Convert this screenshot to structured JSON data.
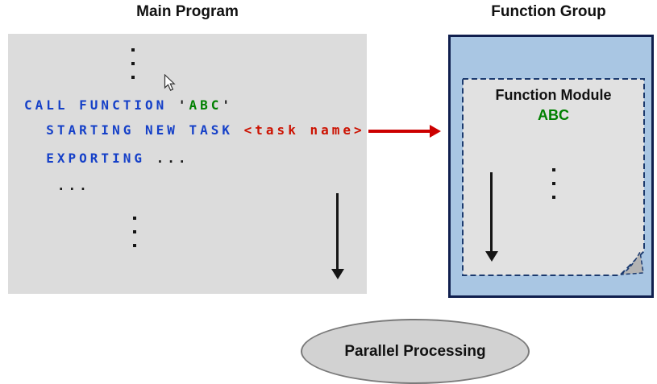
{
  "colors": {
    "canvas-bg": "#ffffff",
    "box-gray": "#dcdcdc",
    "page-gray": "#e1e1e1",
    "panel-blue": "#a9c6e3",
    "panel-border": "#101f4e",
    "dashed-border": "#1c3a6e",
    "code-blue": "#1540c8",
    "code-green": "#008000",
    "code-red": "#cc1100",
    "code-black": "#1a1a1a",
    "arrow-red": "#cc0000",
    "arrow-black": "#151515",
    "ellipse-gray": "#d2d2d2",
    "ellipse-border": "#7a7a7a",
    "title-black": "#111111",
    "fold-gray": "#b3b3b3"
  },
  "titles": {
    "main_program": "Main Program",
    "function_group": "Function Group"
  },
  "main_program": {
    "code_lines": [
      {
        "segments": [
          {
            "text": "CALL FUNCTION ",
            "color": "blue"
          },
          {
            "text": "'",
            "color": "black"
          },
          {
            "text": "ABC",
            "color": "green"
          },
          {
            "text": "'",
            "color": "black"
          }
        ]
      },
      {
        "segments": [
          {
            "text": "  STARTING NEW TASK ",
            "color": "blue"
          },
          {
            "text": "<task name>",
            "color": "red"
          }
        ]
      },
      {
        "segments": [
          {
            "text": "  EXPORTING ",
            "color": "blue"
          },
          {
            "text": "...",
            "color": "black"
          }
        ]
      },
      {
        "segments": [
          {
            "text": "   ...",
            "color": "black"
          }
        ]
      }
    ]
  },
  "function_group": {
    "module_label": "Function Module",
    "module_name": "ABC"
  },
  "ellipse": {
    "label": "Parallel Processing"
  }
}
